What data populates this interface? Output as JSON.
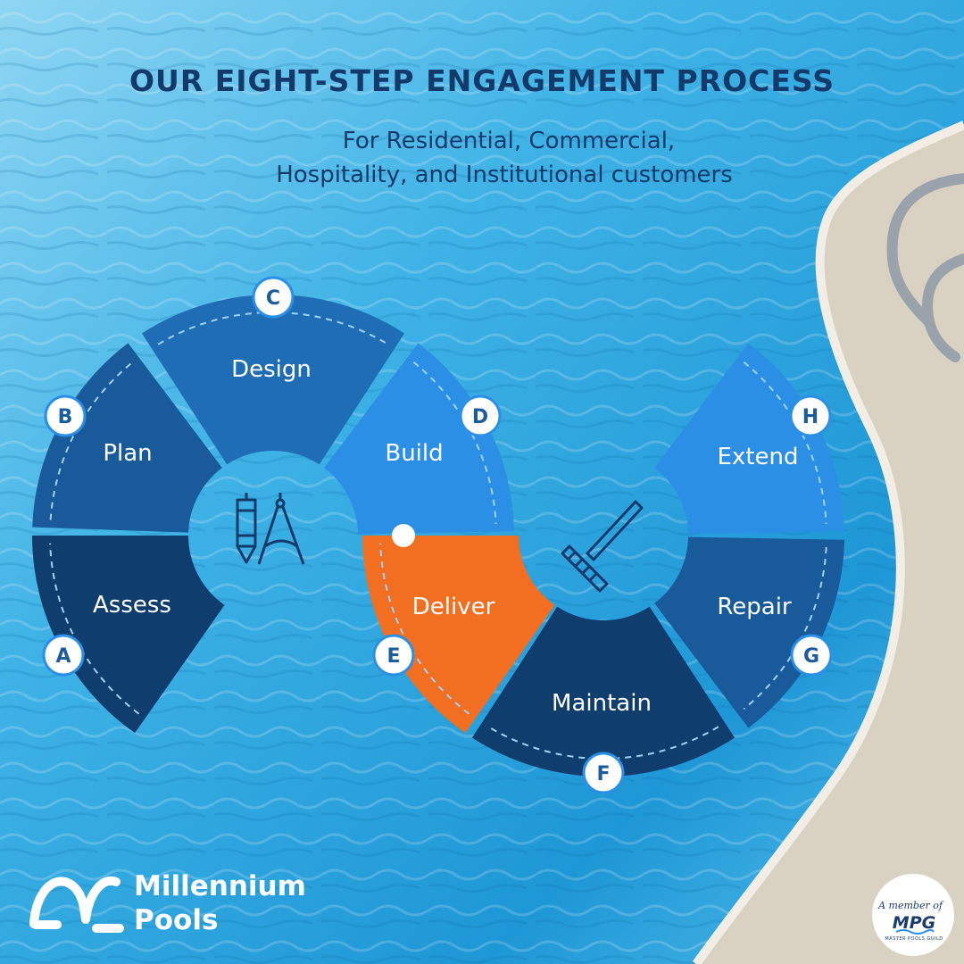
{
  "header": {
    "title": "OUR EIGHT-STEP ENGAGEMENT PROCESS",
    "subtitle_line1": "For Residential, Commercial,",
    "subtitle_line2": "Hospitality, and Institutional customers"
  },
  "steps": [
    {
      "letter": "A",
      "label": "Assess",
      "color": "#0f3d6e"
    },
    {
      "letter": "B",
      "label": "Plan",
      "color": "#195a9b"
    },
    {
      "letter": "C",
      "label": "Design",
      "color": "#1f6db5"
    },
    {
      "letter": "D",
      "label": "Build",
      "color": "#2b8fe6"
    },
    {
      "letter": "E",
      "label": "Deliver",
      "color": "#f26f21"
    },
    {
      "letter": "F",
      "label": "Maintain",
      "color": "#0f3d6e"
    },
    {
      "letter": "G",
      "label": "Repair",
      "color": "#195a9b"
    },
    {
      "letter": "H",
      "label": "Extend",
      "color": "#2b8fe6"
    }
  ],
  "icons": {
    "left_center": "pencil-compass-icon",
    "right_center": "pool-brush-icon"
  },
  "branding": {
    "logo_line1": "Millennium",
    "logo_line2": "Pools",
    "badge_line1": "A member of",
    "badge_line2": "MPG",
    "badge_line3": "MASTER POOLS GUILD"
  },
  "colors": {
    "water": "#2aa3dc",
    "deck": "#d9d2c2",
    "title": "#123a6b"
  }
}
